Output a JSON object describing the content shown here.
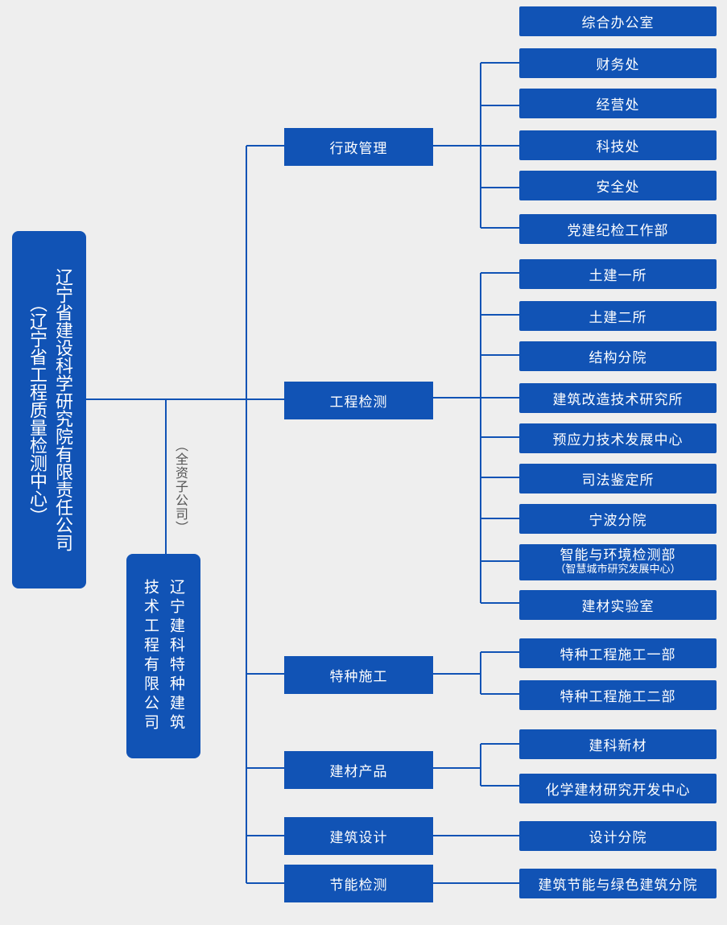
{
  "root": {
    "name": "辽宁省建设科学研究院有限责任公司",
    "alias": "（辽宁省工程质量检测中心）"
  },
  "subsidiary": {
    "name_col1": "辽宁建科特种建筑",
    "name_col2": "技术工程有限公司",
    "note": "（全资子公司）"
  },
  "top_unit": "综合办公室",
  "departments": [
    {
      "name": "行政管理",
      "units": [
        "财务处",
        "经营处",
        "科技处",
        "安全处",
        "党建纪检工作部"
      ]
    },
    {
      "name": "工程检测",
      "units": [
        "土建一所",
        "土建二所",
        "结构分院",
        "建筑改造技术研究所",
        "预应力技术发展中心",
        "司法鉴定所",
        "宁波分院",
        "智能与环境检测部",
        "建材实验室"
      ],
      "unit_note": "（智慧城市研究发展中心）"
    },
    {
      "name": "特种施工",
      "units": [
        "特种工程施工一部",
        "特种工程施工二部"
      ]
    },
    {
      "name": "建材产品",
      "units": [
        "建科新材",
        "化学建材研究开发中心"
      ]
    },
    {
      "name": "建筑设计",
      "units": [
        "设计分院"
      ]
    },
    {
      "name": "节能检测",
      "units": [
        "建筑节能与绿色建筑分院"
      ]
    }
  ],
  "colors": {
    "box": "#1153b5",
    "line": "#1153b5",
    "background": "#eeeeee",
    "text": "#ffffff"
  }
}
